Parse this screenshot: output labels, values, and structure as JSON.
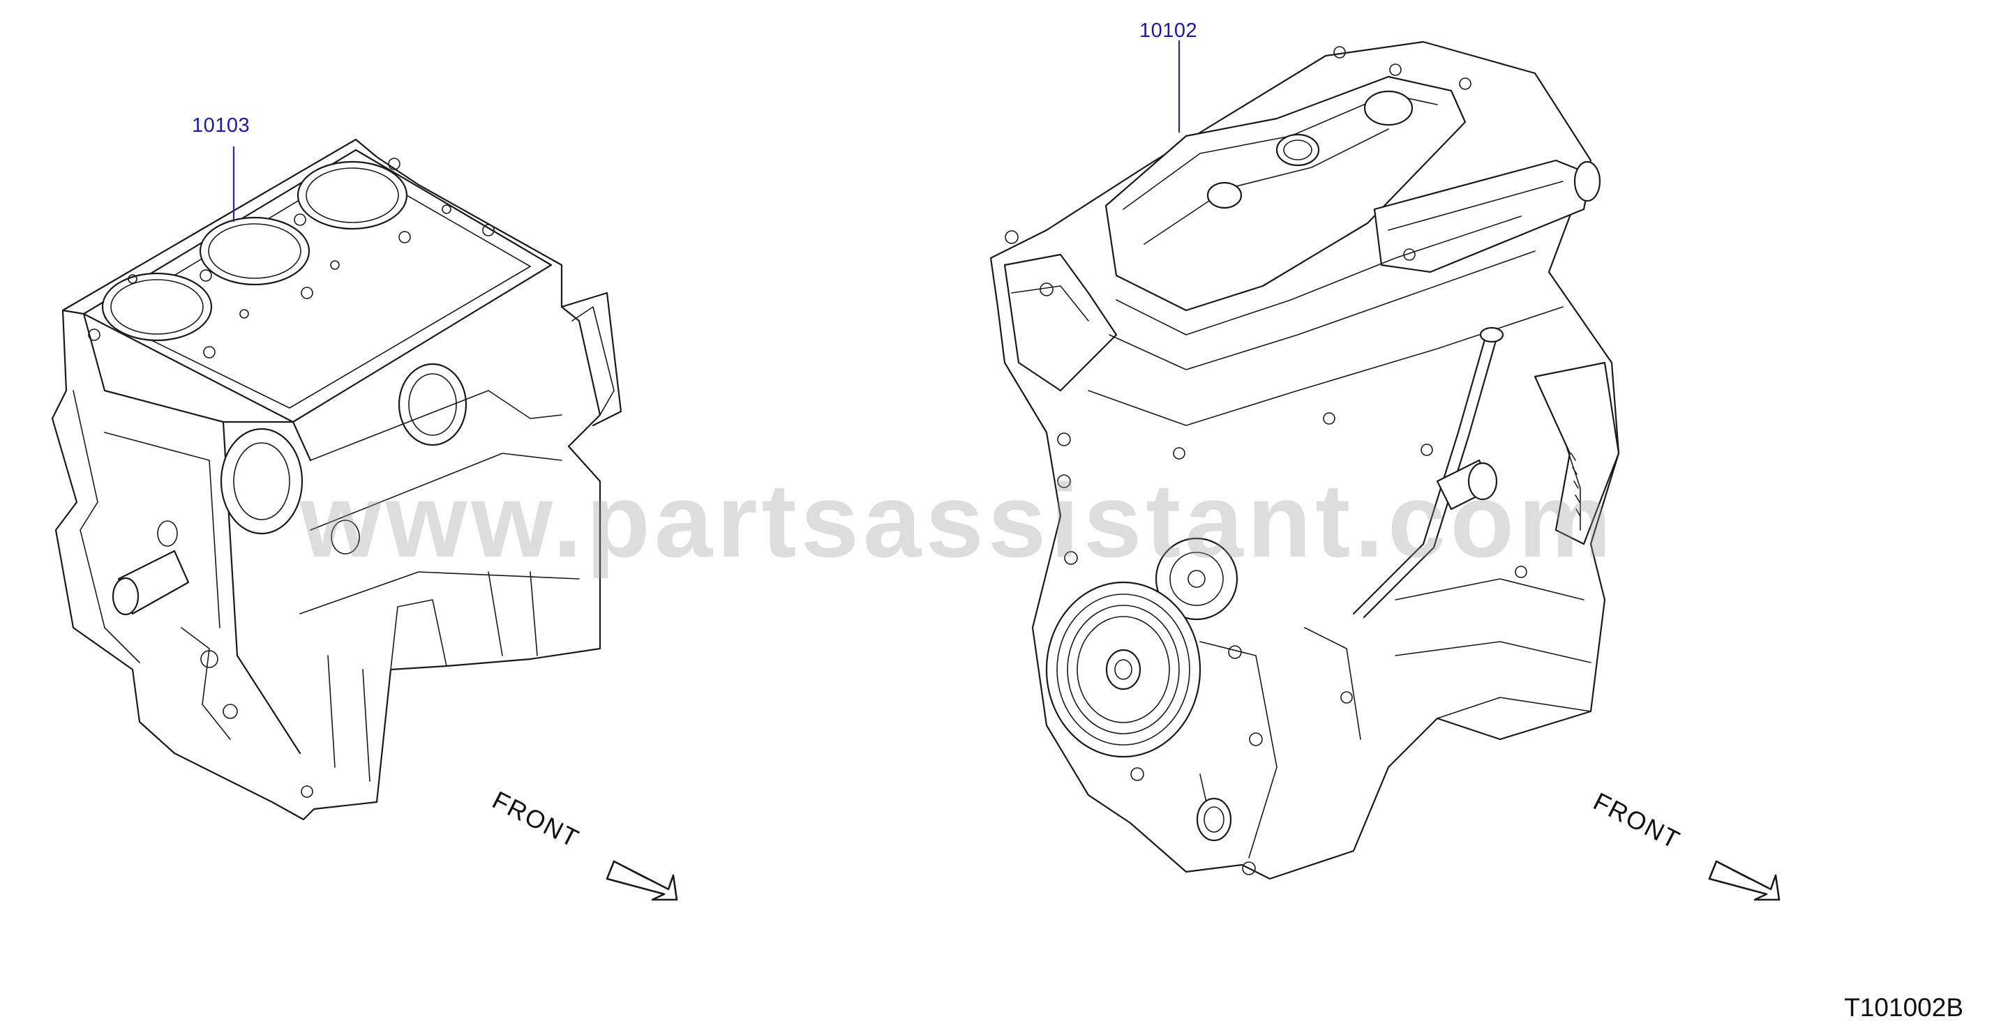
{
  "callouts": {
    "short_block": "10103",
    "engine_assembly": "10102"
  },
  "orientation": {
    "left_label": "FRONT",
    "right_label": "FRONT"
  },
  "watermark": "www.partsassistant.com",
  "illustration_code": "T101002B"
}
